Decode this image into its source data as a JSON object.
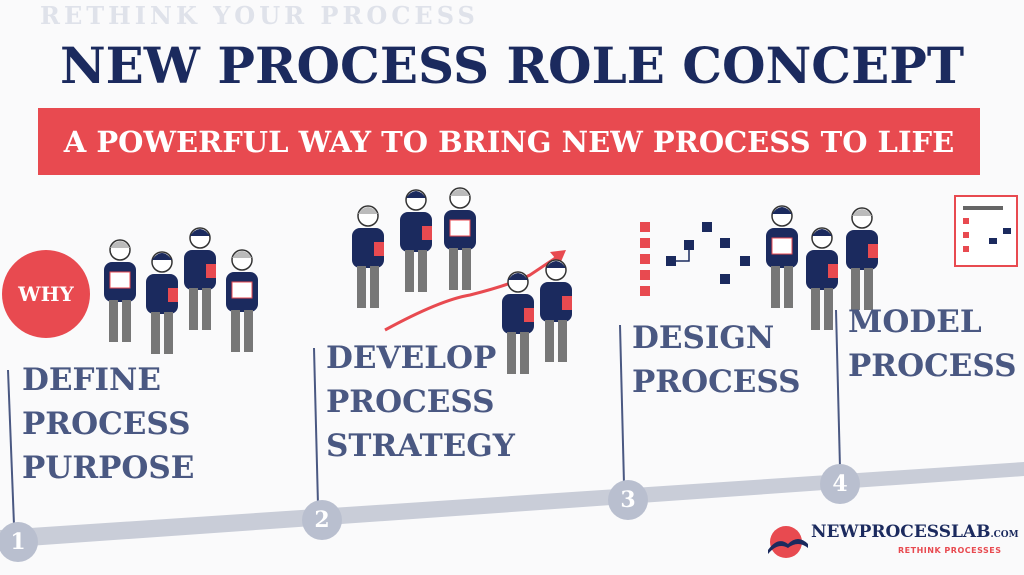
{
  "watermark": "RETHINK YOUR PROCESS",
  "title": "NEW PROCESS ROLE CONCEPT",
  "subtitle": "A POWERFUL WAY TO BRING NEW PROCESS TO LIFE",
  "why_badge": "WHY",
  "steps": [
    {
      "number": "1",
      "lines": [
        "DEFINE",
        "PROCESS",
        "PURPOSE"
      ]
    },
    {
      "number": "2",
      "lines": [
        "DEVELOP",
        "PROCESS",
        "STRATEGY"
      ]
    },
    {
      "number": "3",
      "lines": [
        "DESIGN",
        "PROCESS"
      ]
    },
    {
      "number": "4",
      "lines": [
        "MODEL",
        "PROCESS"
      ]
    }
  ],
  "logo": {
    "name": "NEWPROCESSLAB",
    "domain": ".COM",
    "tagline": "RETHINK PROCESSES"
  },
  "colors": {
    "navy": "#1b2a5e",
    "red": "#e84a50",
    "step_text": "#4a5882",
    "timeline": "#b9bfcf"
  }
}
